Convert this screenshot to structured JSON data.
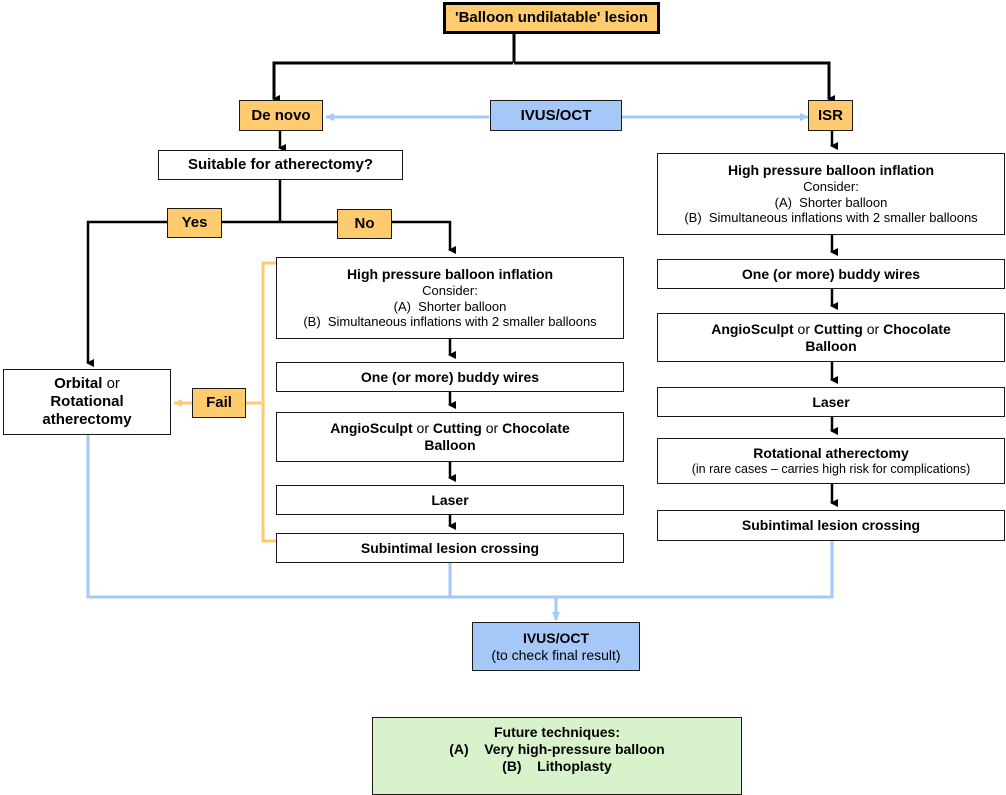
{
  "title": "'Balloon undilatable' lesion",
  "colors": {
    "decision_fill": "#fecb6f",
    "imaging_fill": "#a6c8f8",
    "future_fill": "#d8f2cb",
    "fail_line": "#fecb6f",
    "imaging_line": "#a6c8f8",
    "flow_line": "#000000"
  },
  "imaging": {
    "label": "IVUS/OCT"
  },
  "denovo": {
    "label": "De novo",
    "question": "Suitable for atherectomy?",
    "yes": "Yes",
    "no": "No",
    "fail": "Fail",
    "atherectomy": {
      "part1": "Orbital",
      "or": " or ",
      "part2": "Rotational",
      "part3": "atherectomy"
    },
    "steps": {
      "hp_title": "High pressure balloon inflation",
      "hp_consider": "Consider:",
      "hp_a": "(A)  Shorter balloon",
      "hp_b": "(B)  Simultaneous inflations with 2 smaller balloons",
      "buddy": "One (or more) buddy wires",
      "angio": "AngioSculpt",
      "or1": " or ",
      "cutting": "Cutting",
      "or2": " or ",
      "chocolate": "Chocolate",
      "balloon": "Balloon",
      "laser": "Laser",
      "subintimal": "Subintimal lesion crossing"
    }
  },
  "isr": {
    "label": "ISR",
    "steps": {
      "hp_title": "High pressure balloon inflation",
      "hp_consider": "Consider:",
      "hp_a": "(A)  Shorter balloon",
      "hp_b": "(B)  Simultaneous inflations with 2 smaller balloons",
      "buddy": "One (or more) buddy wires",
      "angio": "AngioSculpt",
      "or1": " or ",
      "cutting": "Cutting",
      "or2": " or ",
      "chocolate": "Chocolate",
      "balloon": "Balloon",
      "laser": "Laser",
      "rota_title": "Rotational atherectomy",
      "rota_note": "(in rare cases – carries high risk for complications)",
      "subintimal": "Subintimal lesion crossing"
    }
  },
  "final_check": {
    "title": "IVUS/OCT",
    "note": "(to check final result)"
  },
  "future": {
    "title": "Future techniques:",
    "a": "(A)    Very high-pressure balloon",
    "b": "(B)    Lithoplasty"
  }
}
